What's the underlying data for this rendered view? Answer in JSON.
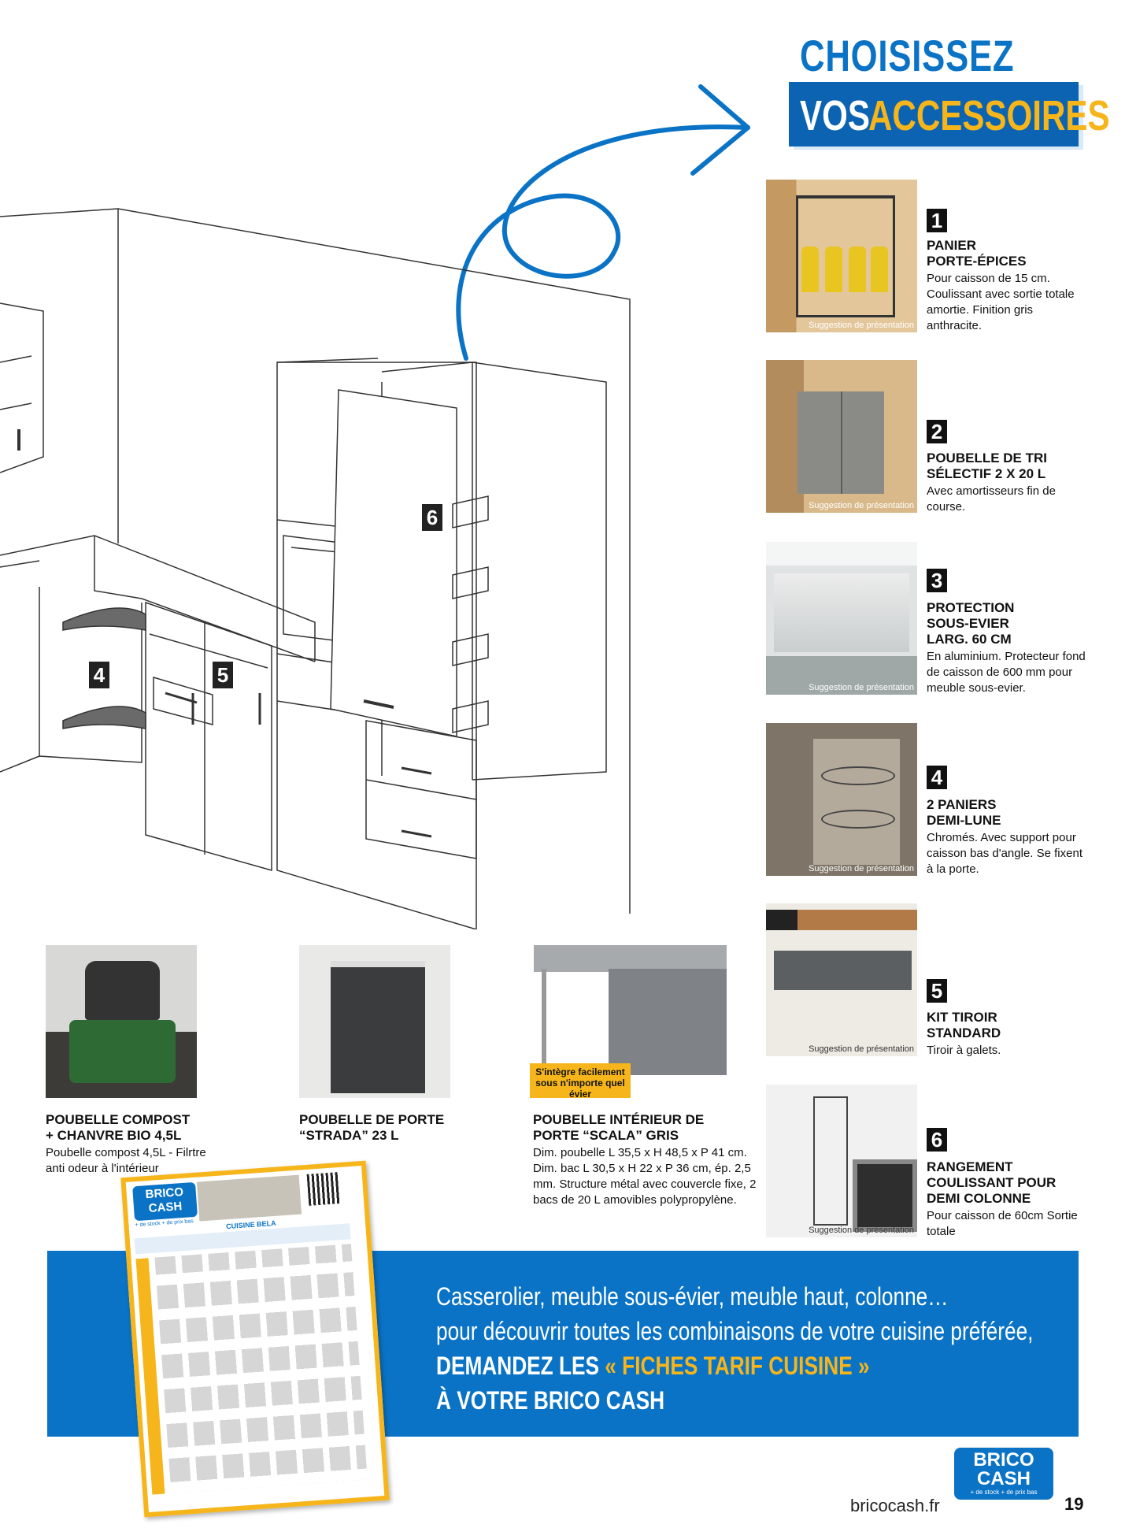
{
  "header": {
    "line1": "CHOISISSEZ",
    "line2_white": "VOS",
    "line2_yellow": "ACCESSOIRES"
  },
  "accessories": [
    {
      "num": "1",
      "title": "PANIER\nPORTE-ÉPICES",
      "desc": "Pour caisson de 15 cm. Coulissant avec sortie totale amortie. Finition gris anthracite.",
      "caption": "Suggestion de présentation"
    },
    {
      "num": "2",
      "title": "POUBELLE DE TRI\nSÉLECTIF 2 X 20 L",
      "desc": "Avec amortisseurs fin de course.",
      "caption": "Suggestion de présentation"
    },
    {
      "num": "3",
      "title": "PROTECTION\nSOUS-EVIER\nLARG. 60 CM",
      "desc": "En aluminium. Protecteur fond de caisson de 600 mm pour meuble sous-evier.",
      "caption": "Suggestion de présentation"
    },
    {
      "num": "4",
      "title": "2 PANIERS\nDEMI-LUNE",
      "desc": "Chromés. Avec support pour caisson bas d'angle. Se fixent à la porte.",
      "caption": "Suggestion de présentation"
    },
    {
      "num": "5",
      "title": "KIT TIROIR\nSTANDARD",
      "desc": "Tiroir à galets.",
      "caption": "Suggestion de présentation"
    },
    {
      "num": "6",
      "title": "RANGEMENT\nCOULISSANT POUR\nDEMI COLONNE",
      "desc": "Pour caisson de 60cm Sortie totale",
      "caption": "Suggestion de présentation"
    }
  ],
  "products": [
    {
      "title": "POUBELLE COMPOST\n+ CHANVRE BIO 4,5L",
      "desc": "Poubelle compost 4,5L - Filrtre anti odeur à l'intérieur"
    },
    {
      "title": "POUBELLE DE PORTE\n“STRADA” 23 L",
      "desc": ""
    },
    {
      "title": "POUBELLE INTÉRIEUR DE\nPORTE “SCALA” GRIS",
      "desc": "Dim. poubelle L 35,5 x H 48,5 x P 41 cm. Dim. bac L 30,5 x H 22 x P 36 cm, ép. 2,5 mm. Structure métal avec couvercle fixe, 2 bacs de 20 L amovibles polypropylène.",
      "badge": "S'intègre facilement sous n'importe quel évier"
    }
  ],
  "diagram_labels": [
    "6",
    "4",
    "5"
  ],
  "banner": {
    "line1": "Casserolier, meuble sous-évier, meuble haut, colonne…",
    "line2": "pour découvrir toutes les combinaisons de votre cuisine préférée,",
    "line3_white": "DEMANDEZ LES ",
    "line3_yellow": "« FICHES TARIF CUISINE »",
    "line4": "À VOTRE BRICO CASH"
  },
  "sheet": {
    "brand_top": "BRICO",
    "brand_bottom": "CASH",
    "tagline": "+ de stock + de prix bas",
    "title": "CUISINE BELA"
  },
  "footer": {
    "url": "bricocash.fr",
    "page": "19",
    "logo_top": "BRICO",
    "logo_bottom": "CASH",
    "logo_tagline": "+ de stock + de prix bas"
  },
  "colors": {
    "blue": "#0a73c6",
    "dark_blue": "#0b63b1",
    "yellow": "#f6b51a",
    "black": "#111111"
  }
}
